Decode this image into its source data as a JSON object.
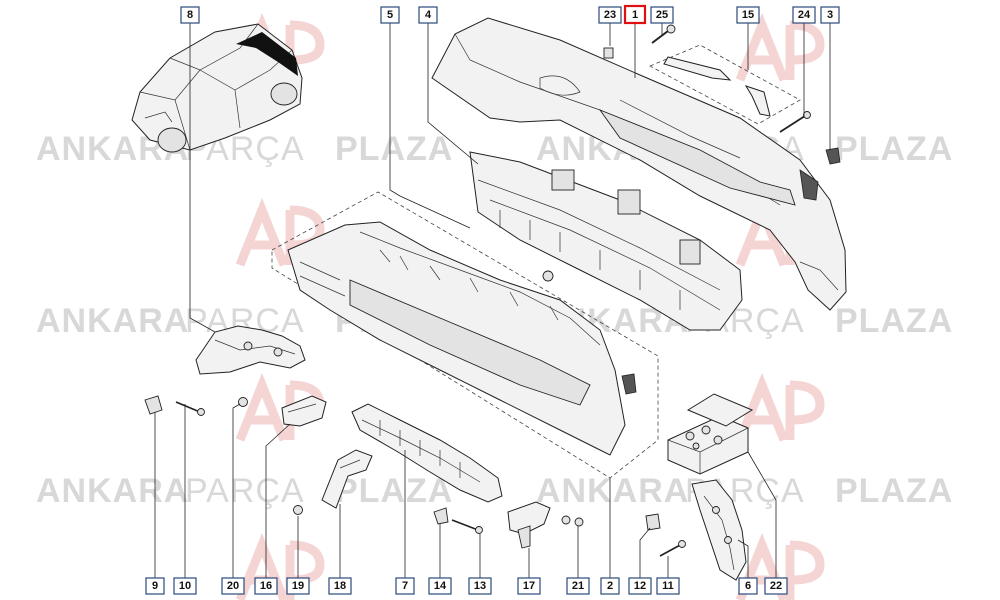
{
  "watermark": {
    "brand_bold_1": "ANKARA",
    "brand_light": "PARÇA",
    "brand_bold_2": "PLAZA",
    "logo_icon": "ap-logo-icon"
  },
  "highlighted_label": "1",
  "labels": {
    "l1": "1",
    "l2": "2",
    "l3": "3",
    "l4": "4",
    "l5": "5",
    "l6": "6",
    "l7": "7",
    "l8": "8",
    "l9": "9",
    "l10": "10",
    "l11": "11",
    "l12": "12",
    "l13": "13",
    "l14": "14",
    "l15": "15",
    "l16": "16",
    "l17": "17",
    "l18": "18",
    "l19": "19",
    "l20": "20",
    "l21": "21",
    "l22": "22",
    "l23": "23",
    "l24": "24",
    "l25": "25"
  },
  "colors": {
    "highlight": "#e01010",
    "label_border": "#2a4a7a",
    "watermark": "#d8d8d8",
    "logo": "#f3c9c9"
  }
}
